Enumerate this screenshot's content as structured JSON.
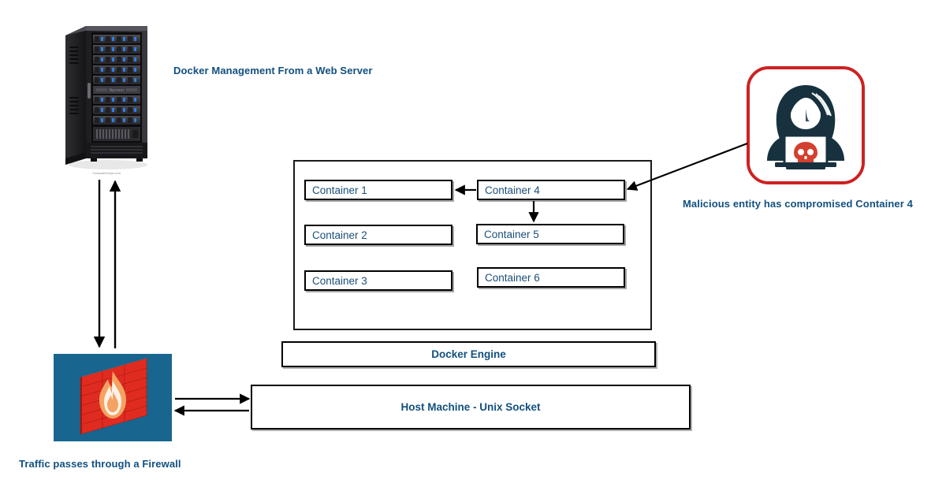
{
  "diagram": {
    "title": "Docker Management From a Web Server",
    "type": "architecture-diagram"
  },
  "labels": {
    "web_server": "Docker Management From a Web Server",
    "malicious": "Malicious entity has compromised Container 4",
    "firewall": "Traffic passes through a Firewall"
  },
  "containers": [
    {
      "id": "container-1",
      "label": "Container 1"
    },
    {
      "id": "container-2",
      "label": "Container 2"
    },
    {
      "id": "container-3",
      "label": "Container 3"
    },
    {
      "id": "container-4",
      "label": "Container 4"
    },
    {
      "id": "container-5",
      "label": "Container 5"
    },
    {
      "id": "container-6",
      "label": "Container 6"
    }
  ],
  "layers": {
    "docker_engine": "Docker Engine",
    "host_machine": "Host Machine - Unix Socket"
  },
  "icons": {
    "server_rack": "server-rack-icon",
    "firewall": "firewall-brick-flame-icon",
    "hacker": "hacker-skull-laptop-icon",
    "rack_watermark": "ComputerHope.com"
  },
  "colors": {
    "label_blue": "#12507f",
    "container_text_blue": "#1a4f7a",
    "alert_red": "#cc2222",
    "firewall_bg_blue": "#18658f",
    "brick_red": "#e02b20",
    "hacker_navy": "#17313f",
    "skull_red": "#d4402f",
    "outline_black": "#000000"
  },
  "connections": [
    {
      "from": "web-server",
      "to": "firewall",
      "direction": "down"
    },
    {
      "from": "firewall",
      "to": "web-server",
      "direction": "up"
    },
    {
      "from": "firewall",
      "to": "host-machine",
      "direction": "right"
    },
    {
      "from": "host-machine",
      "to": "firewall",
      "direction": "left"
    },
    {
      "from": "container-4",
      "to": "container-1",
      "direction": "left"
    },
    {
      "from": "container-4",
      "to": "container-5",
      "direction": "down"
    },
    {
      "from": "hacker",
      "to": "container-4",
      "direction": "diagonal"
    }
  ]
}
